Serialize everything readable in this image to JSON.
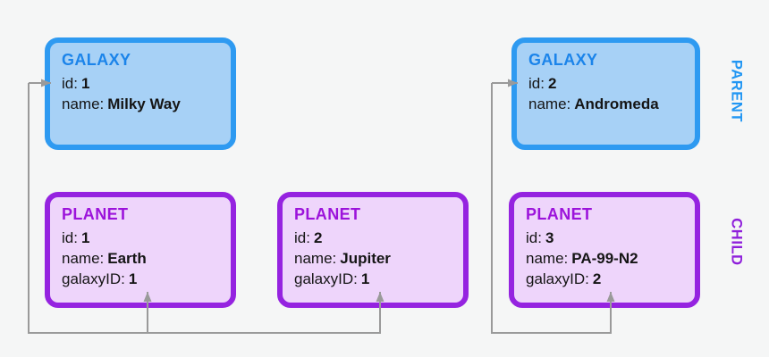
{
  "side_labels": {
    "parent": "PARENT",
    "child": "CHILD"
  },
  "entities": {
    "galaxy_milky_way": {
      "title": "GALAXY",
      "rows": [
        {
          "label": "id:",
          "value": "1"
        },
        {
          "label": "name:",
          "value": "Milky Way"
        }
      ]
    },
    "galaxy_andromeda": {
      "title": "GALAXY",
      "rows": [
        {
          "label": "id:",
          "value": "2"
        },
        {
          "label": "name:",
          "value": "Andromeda"
        }
      ]
    },
    "planet_earth": {
      "title": "PLANET",
      "rows": [
        {
          "label": "id:",
          "value": "1"
        },
        {
          "label": "name:",
          "value": "Earth"
        },
        {
          "label": "galaxyID:",
          "value": "1"
        }
      ]
    },
    "planet_jupiter": {
      "title": "PLANET",
      "rows": [
        {
          "label": "id:",
          "value": "2"
        },
        {
          "label": "name:",
          "value": "Jupiter"
        },
        {
          "label": "galaxyID:",
          "value": "1"
        }
      ]
    },
    "planet_pa99n2": {
      "title": "PLANET",
      "rows": [
        {
          "label": "id:",
          "value": "3"
        },
        {
          "label": "name:",
          "value": "PA-99-N2"
        },
        {
          "label": "galaxyID:",
          "value": "2"
        }
      ]
    }
  },
  "relationships": [
    {
      "from": "planet_earth.galaxyID",
      "to": "galaxy_milky_way.id"
    },
    {
      "from": "planet_jupiter.galaxyID",
      "to": "galaxy_milky_way.id"
    },
    {
      "from": "planet_pa99n2.galaxyID",
      "to": "galaxy_andromeda.id"
    }
  ],
  "colors": {
    "background": "#f5f6f6",
    "text": "#151515",
    "connector": "#9a9a9a",
    "galaxy_border": "#2e9af1",
    "galaxy_fill": "#a7d1f6",
    "galaxy_title": "#1b84ea",
    "parent_label": "#2196f3",
    "planet_border": "#9523e0",
    "planet_fill": "#eed5fb",
    "planet_title": "#9c13db",
    "child_label": "#8f1fdb"
  }
}
